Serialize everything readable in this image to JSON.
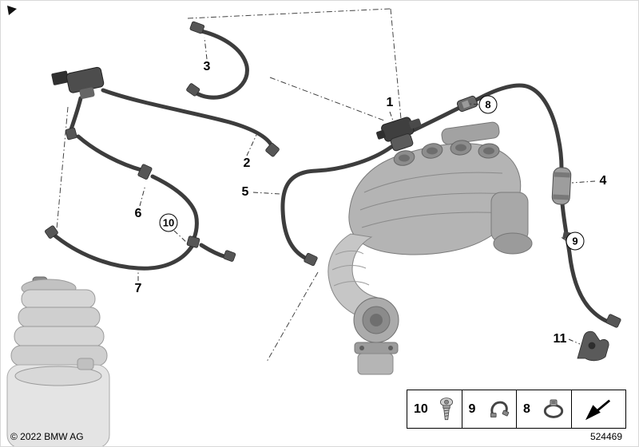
{
  "callouts": [
    {
      "label": "1"
    },
    {
      "label": "2"
    },
    {
      "label": "3"
    },
    {
      "label": "4"
    },
    {
      "label": "5"
    },
    {
      "label": "6"
    },
    {
      "label": "7"
    },
    {
      "label": "8"
    },
    {
      "label": "9"
    },
    {
      "label": "10"
    },
    {
      "label": "11"
    }
  ],
  "legend": {
    "items": [
      {
        "label": "10",
        "icon": "torx-screw-icon"
      },
      {
        "label": "9",
        "icon": "hose-clip-icon"
      },
      {
        "label": "8",
        "icon": "hose-clamp-icon"
      },
      {
        "label": "",
        "icon": "direction-arrow-icon"
      }
    ]
  },
  "footer": {
    "copyright": "© 2022 BMW AG",
    "part_number": "524469"
  }
}
